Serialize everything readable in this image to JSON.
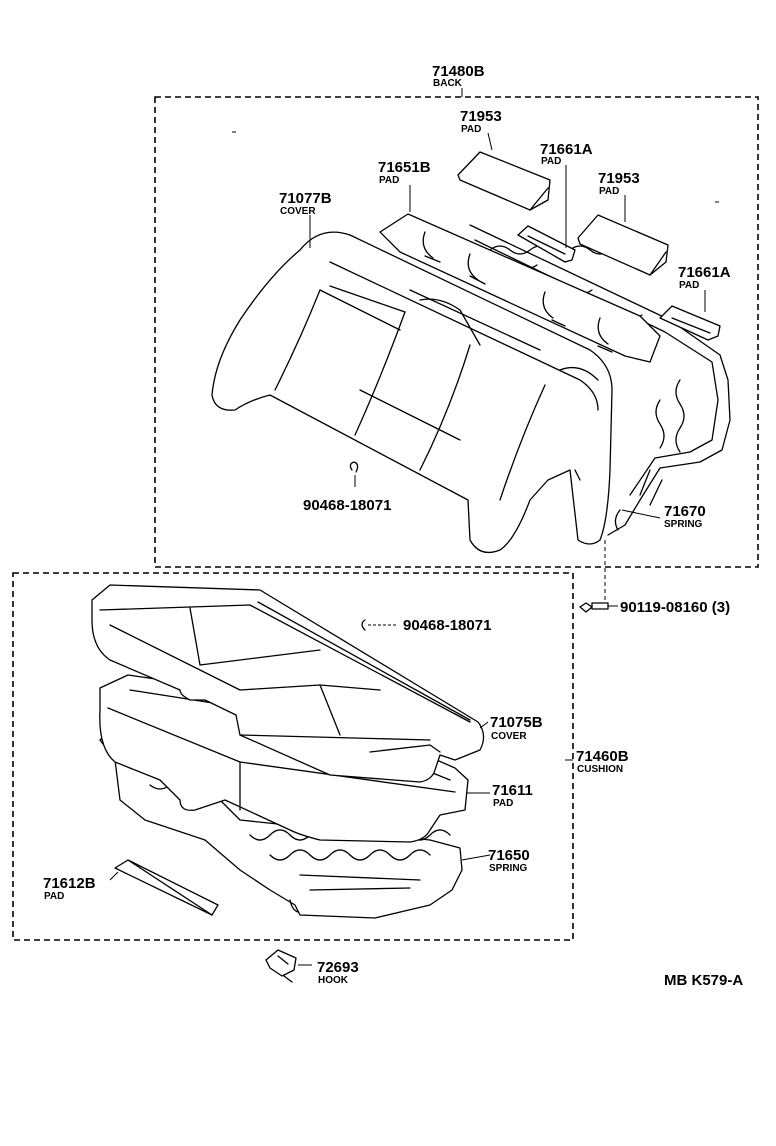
{
  "labels": {
    "back": {
      "part": "71480B",
      "desc": "BACK"
    },
    "pad_71953_top": {
      "part": "71953",
      "desc": "PAD"
    },
    "pad_71661a_top": {
      "part": "71661A",
      "desc": "PAD"
    },
    "pad_71651b": {
      "part": "71651B",
      "desc": "PAD"
    },
    "pad_71953_right": {
      "part": "71953",
      "desc": "PAD"
    },
    "cover_71077b": {
      "part": "71077B",
      "desc": "COVER"
    },
    "pad_71661a_right": {
      "part": "71661A",
      "desc": "PAD"
    },
    "hogring_back": {
      "part": "90468-18071"
    },
    "spring_71670": {
      "part": "71670",
      "desc": "SPRING"
    },
    "bolt": {
      "part": "90119-08160 (3)"
    },
    "hogring_cushion": {
      "part": "90468-18071"
    },
    "cover_71075b": {
      "part": "71075B",
      "desc": "COVER"
    },
    "cushion": {
      "part": "71460B",
      "desc": "CUSHION"
    },
    "pad_71611": {
      "part": "71611",
      "desc": "PAD"
    },
    "spring_71650": {
      "part": "71650",
      "desc": "SPRING"
    },
    "pad_71612b": {
      "part": "71612B",
      "desc": "PAD"
    },
    "hook": {
      "part": "72693",
      "desc": "HOOK"
    }
  },
  "diagram_code": "MB K579-A",
  "colors": {
    "ink": "#000000",
    "paper": "#ffffff"
  }
}
